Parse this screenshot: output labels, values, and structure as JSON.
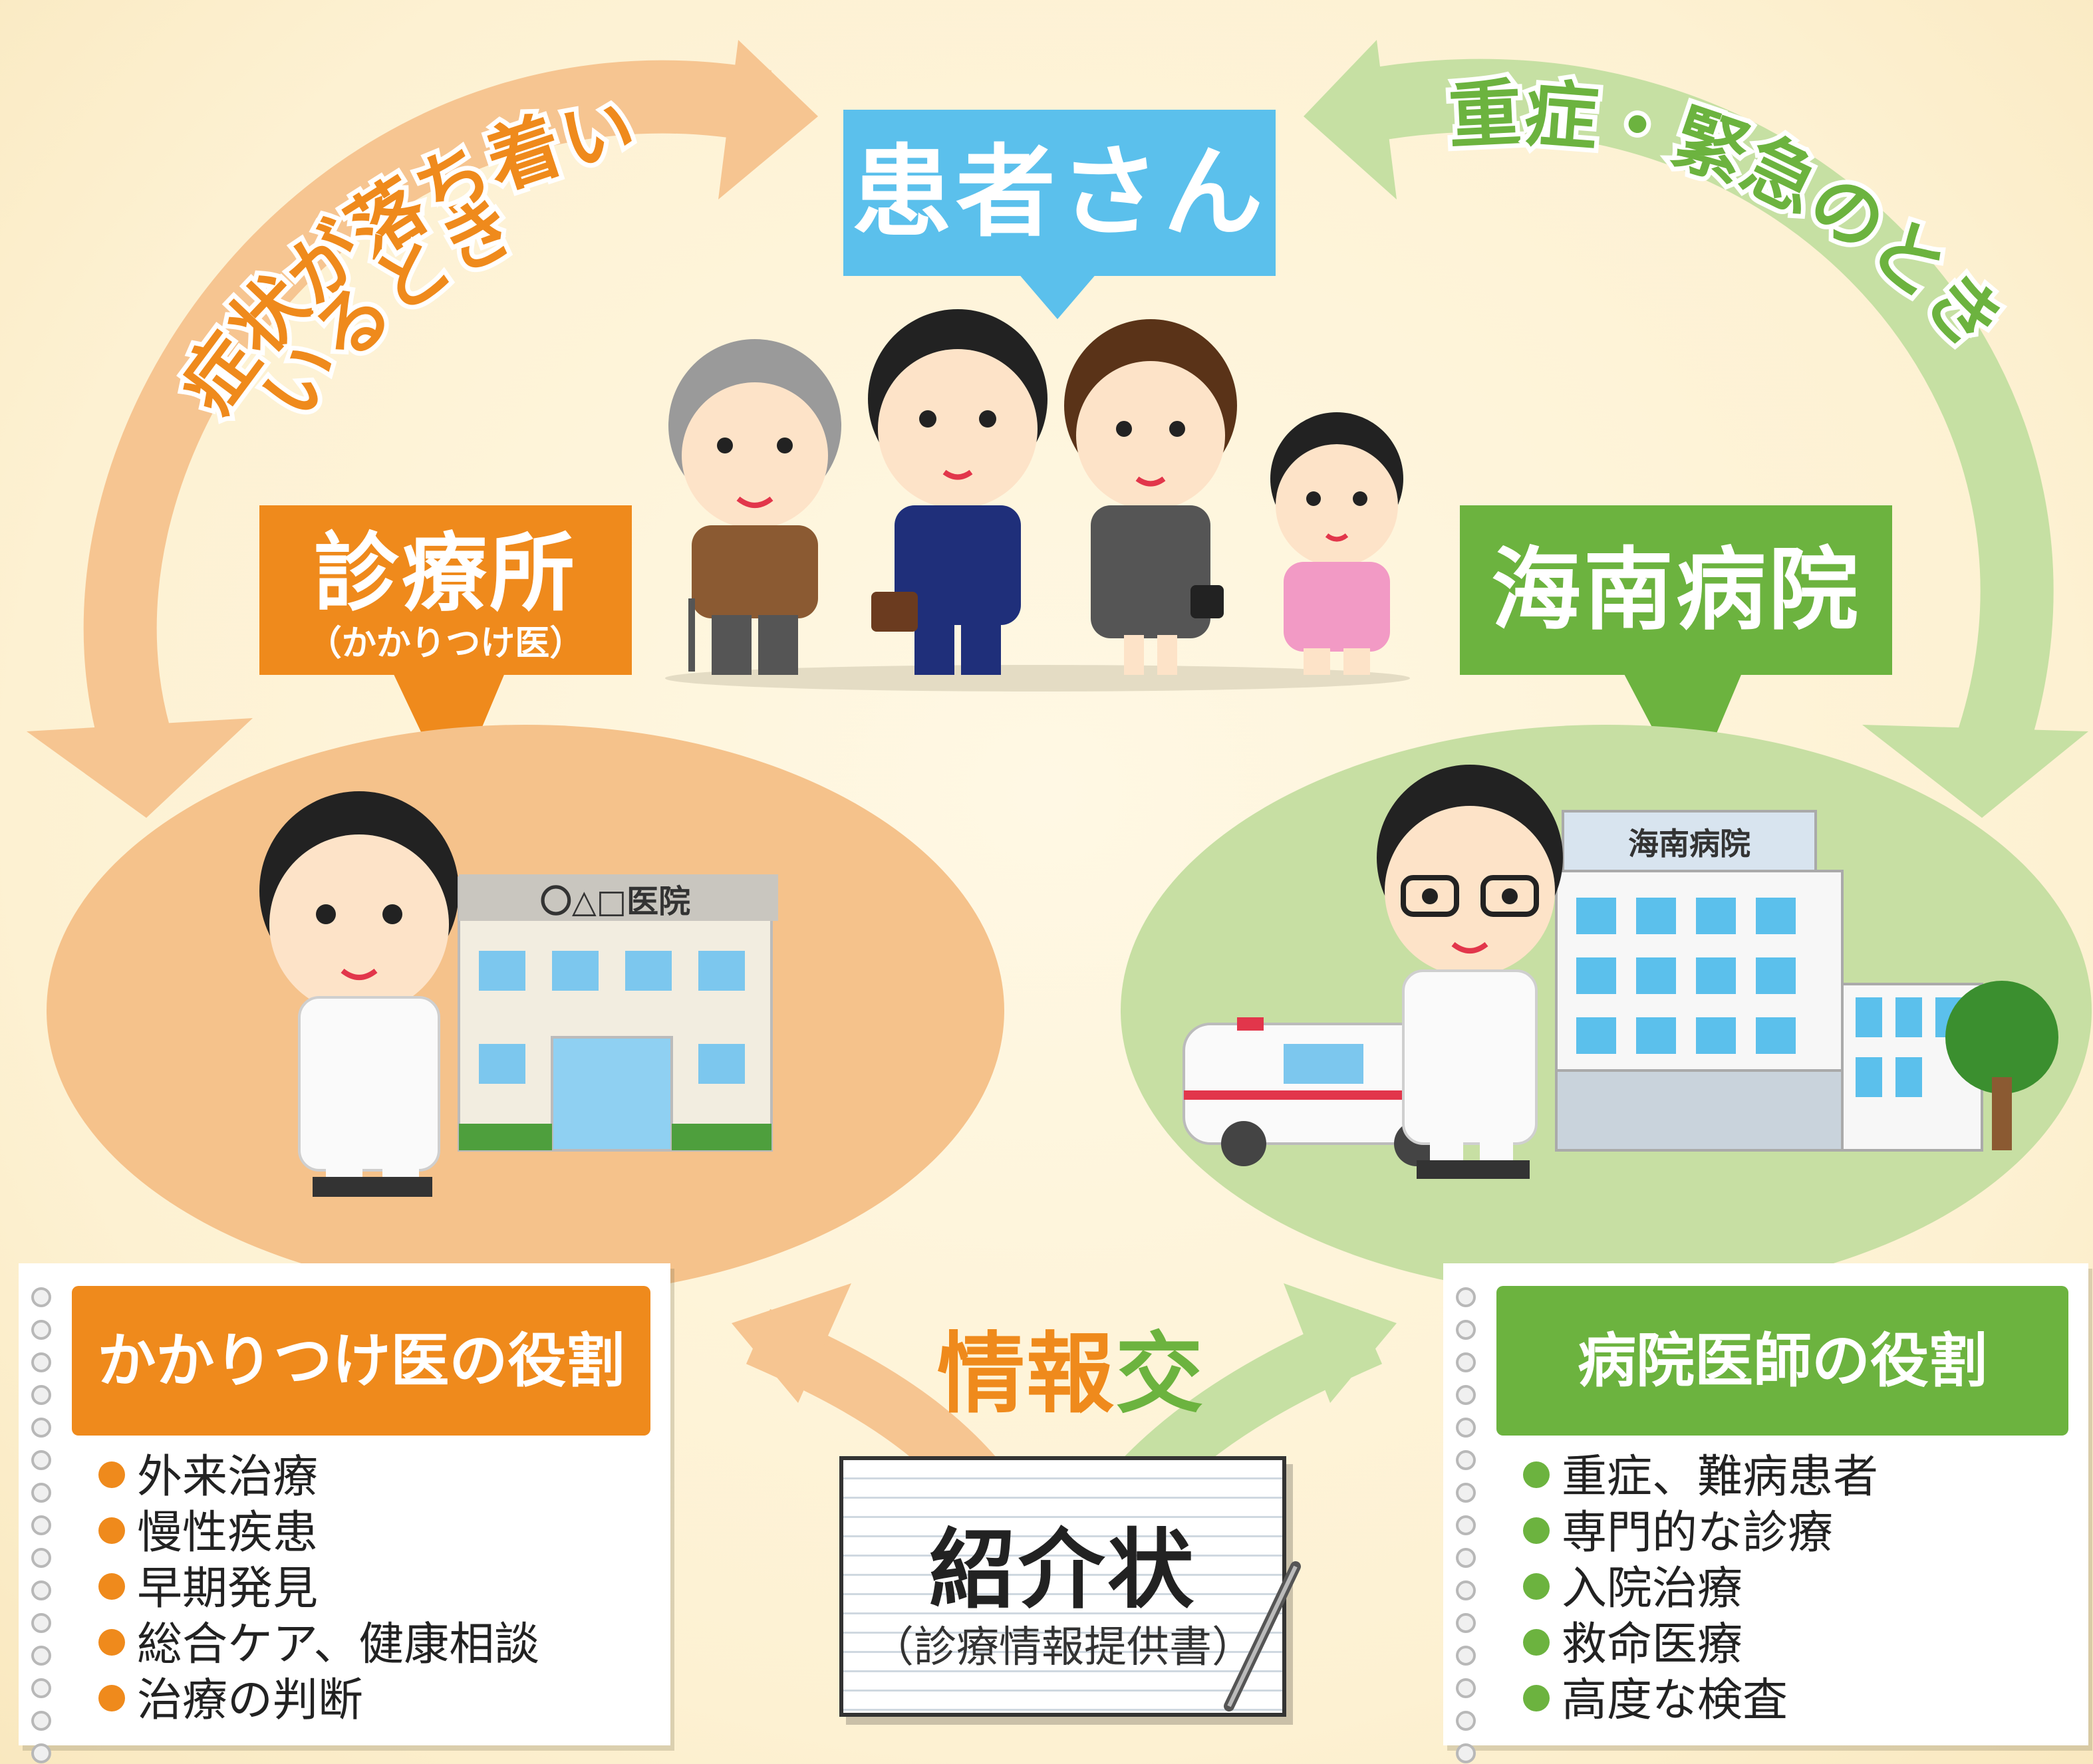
{
  "patient_label": "患者さん",
  "clinic": {
    "label": "診療所",
    "sublabel": "（かかりつけ医）",
    "building_sign": "〇△□医院"
  },
  "hospital": {
    "label": "海南病院",
    "building_sign": "海南病院"
  },
  "flow_left": {
    "line1": "症状が落ち着いて",
    "line2": "いるとき"
  },
  "flow_right": "重症・緊急のとき",
  "exchange": {
    "part1": "情報",
    "part2": "交換"
  },
  "letter": {
    "title": "紹介状",
    "subtitle": "（診療情報提供書）"
  },
  "clinic_role": {
    "title": "かかりつけ医の役割",
    "items": [
      "外来治療",
      "慢性疾患",
      "早期発見",
      "総合ケア、健康相談",
      "治療の判断"
    ]
  },
  "hospital_role": {
    "title": "病院医師の役割",
    "items": [
      "重症、難病患者",
      "専門的な診療",
      "入院治療",
      "救命医療",
      "高度な検査"
    ]
  },
  "colors": {
    "orange": "#ef8a1c",
    "green": "#6cb33f",
    "blue": "#5bc0ec",
    "cream": "#fdf3d6"
  }
}
